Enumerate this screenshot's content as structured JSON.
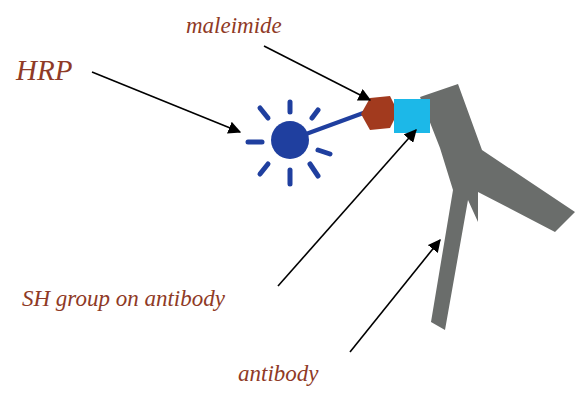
{
  "diagram": {
    "labels": [
      "maleimide",
      "HRP",
      "SH group on antibody",
      "antibody"
    ]
  }
}
